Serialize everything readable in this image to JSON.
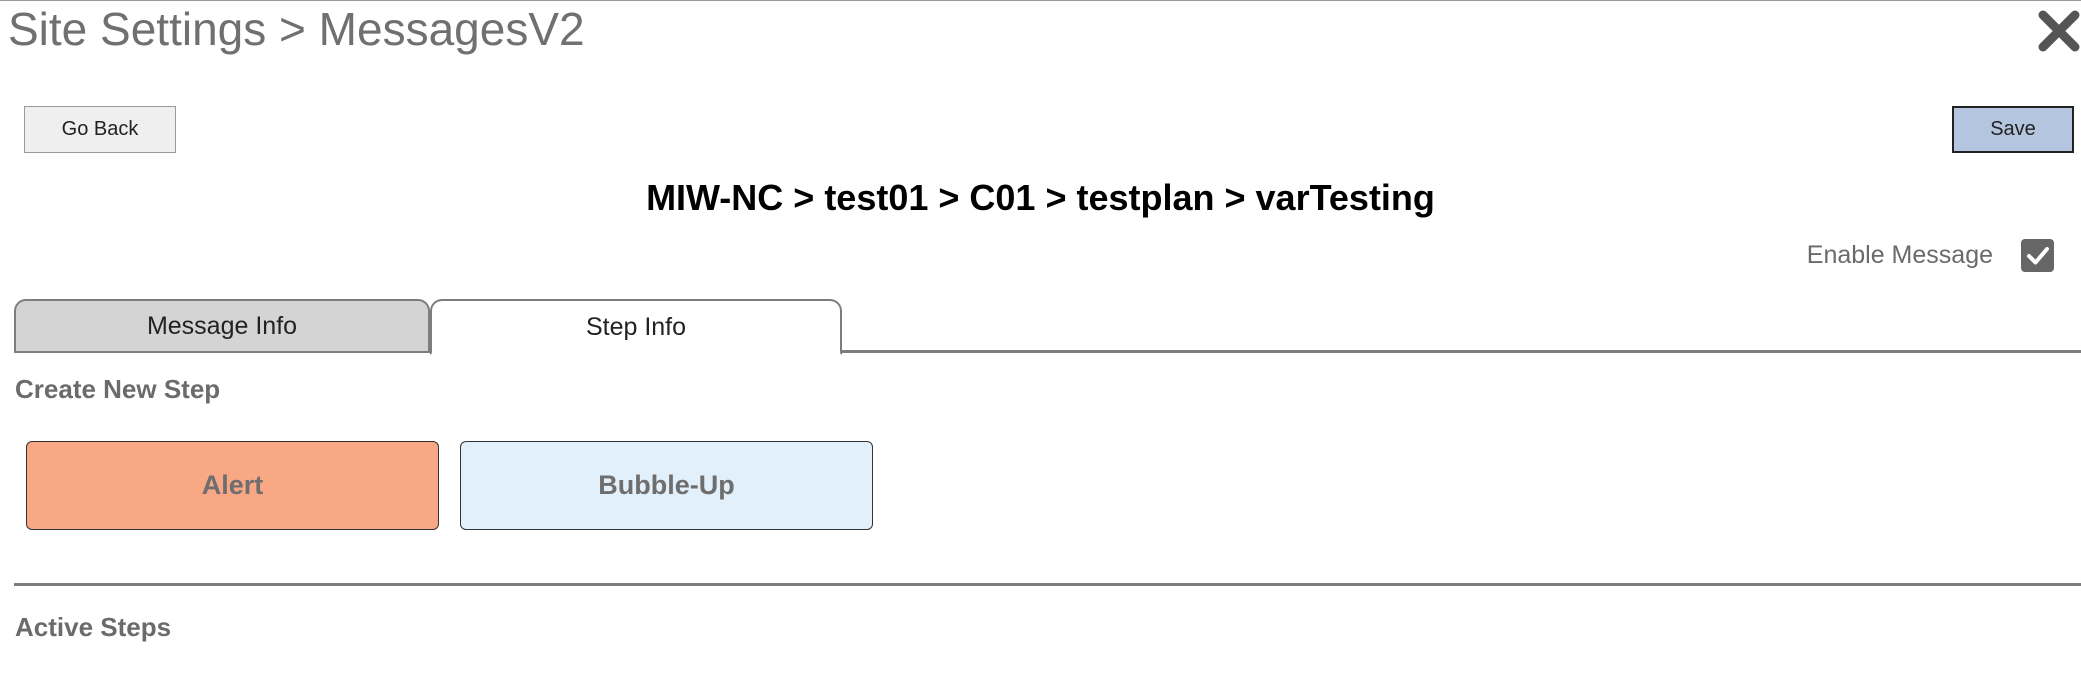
{
  "header": {
    "title": "Site Settings > MessagesV2",
    "close_icon": "close-icon"
  },
  "toolbar": {
    "go_back_label": "Go Back",
    "save_label": "Save"
  },
  "breadcrumb": "MIW-NC > test01 > C01 > testplan > varTesting",
  "enable_message": {
    "label": "Enable Message",
    "checked": true
  },
  "tabs": [
    {
      "label": "Message Info",
      "active": false
    },
    {
      "label": "Step Info",
      "active": true
    }
  ],
  "create_step": {
    "heading": "Create New Step",
    "buttons": [
      {
        "label": "Alert",
        "color": "#f8a884"
      },
      {
        "label": "Bubble-Up",
        "color": "#e2f0fc"
      }
    ]
  },
  "active_steps": {
    "heading": "Active Steps"
  },
  "colors": {
    "save_bg": "#b3c5df",
    "tab_inactive_bg": "#d4d4d4"
  }
}
